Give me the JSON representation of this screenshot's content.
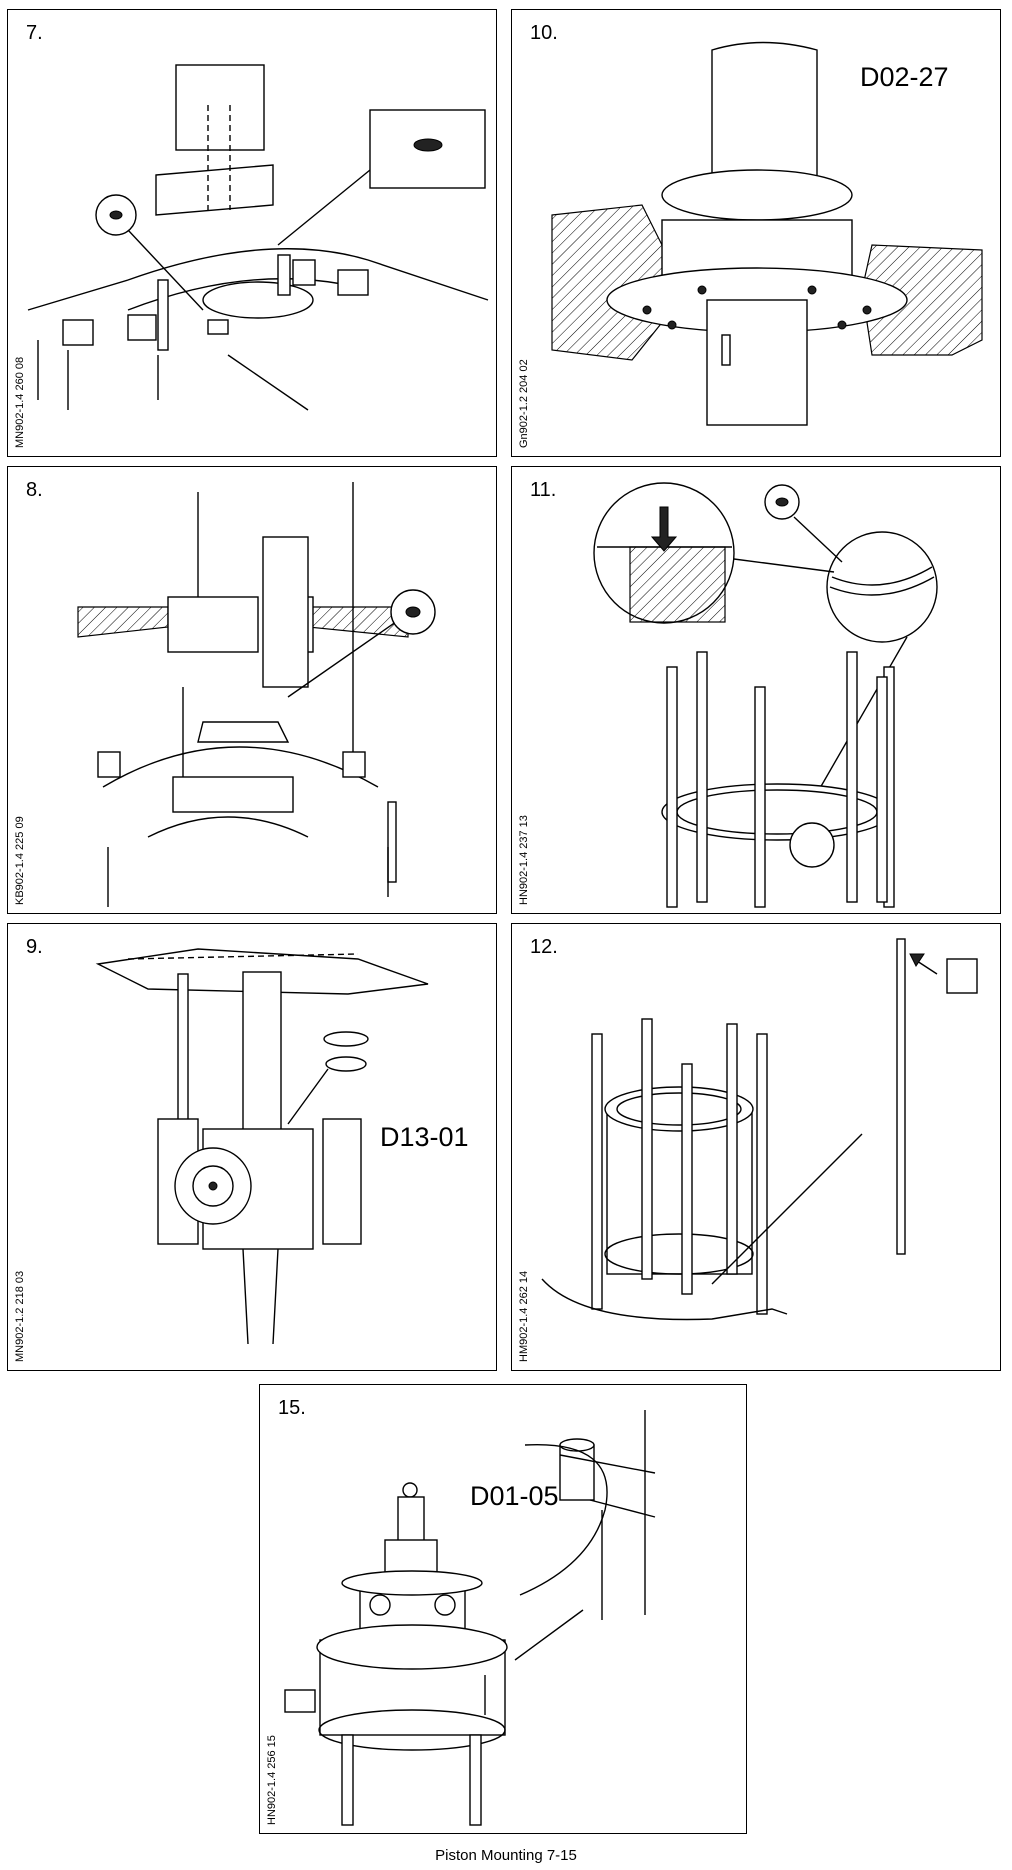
{
  "panels": [
    {
      "step": "7.",
      "side": "MN902-1.4 260 08",
      "code": ""
    },
    {
      "step": "10.",
      "side": "Gn902-1.2 204 02",
      "code": "D02-27"
    },
    {
      "step": "8.",
      "side": "KB902-1.4 225 09",
      "code": ""
    },
    {
      "step": "11.",
      "side": "HN902-1.4 237 13",
      "code": ""
    },
    {
      "step": "9.",
      "side": "MN902-1.2 218 03",
      "code": "D13-01"
    },
    {
      "step": "12.",
      "side": "HM902-1.4 262 14",
      "code": ""
    },
    {
      "step": "15.",
      "side": "HN902-1.4 256 15",
      "code": "D01-05"
    }
  ],
  "caption": "Piston Mounting 7-15"
}
